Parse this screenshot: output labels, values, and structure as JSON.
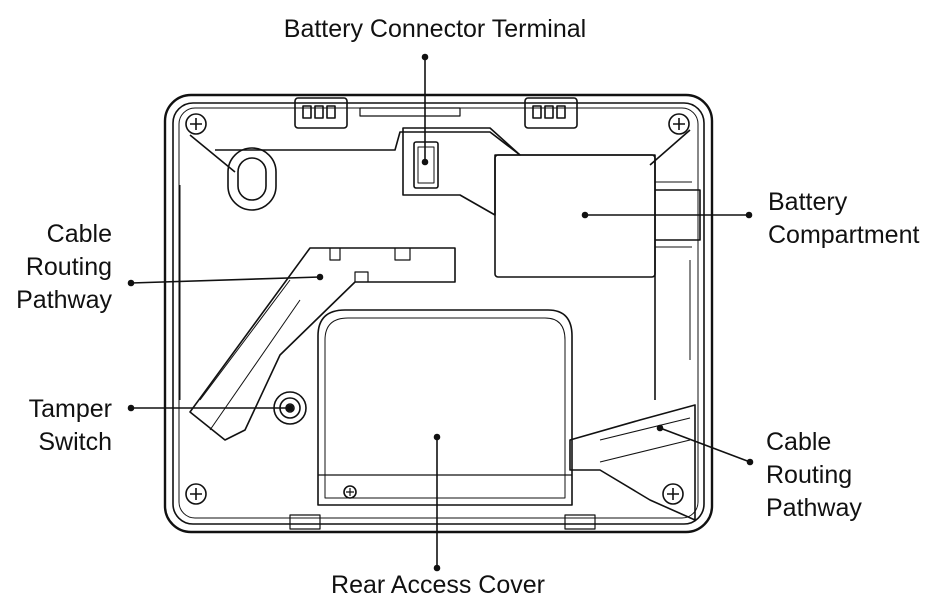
{
  "labels": {
    "battery_connector_terminal": "Battery Connector Terminal",
    "battery_compartment": [
      "Battery",
      "Compartment"
    ],
    "cable_routing_pathway_left": [
      "Cable",
      "Routing",
      "Pathway"
    ],
    "tamper_switch": [
      "Tamper",
      "Switch"
    ],
    "cable_routing_pathway_right": [
      "Cable",
      "Routing",
      "Pathway"
    ],
    "rear_access_cover": "Rear Access Cover"
  },
  "colors": {
    "line": "#111111",
    "background": "#ffffff"
  }
}
